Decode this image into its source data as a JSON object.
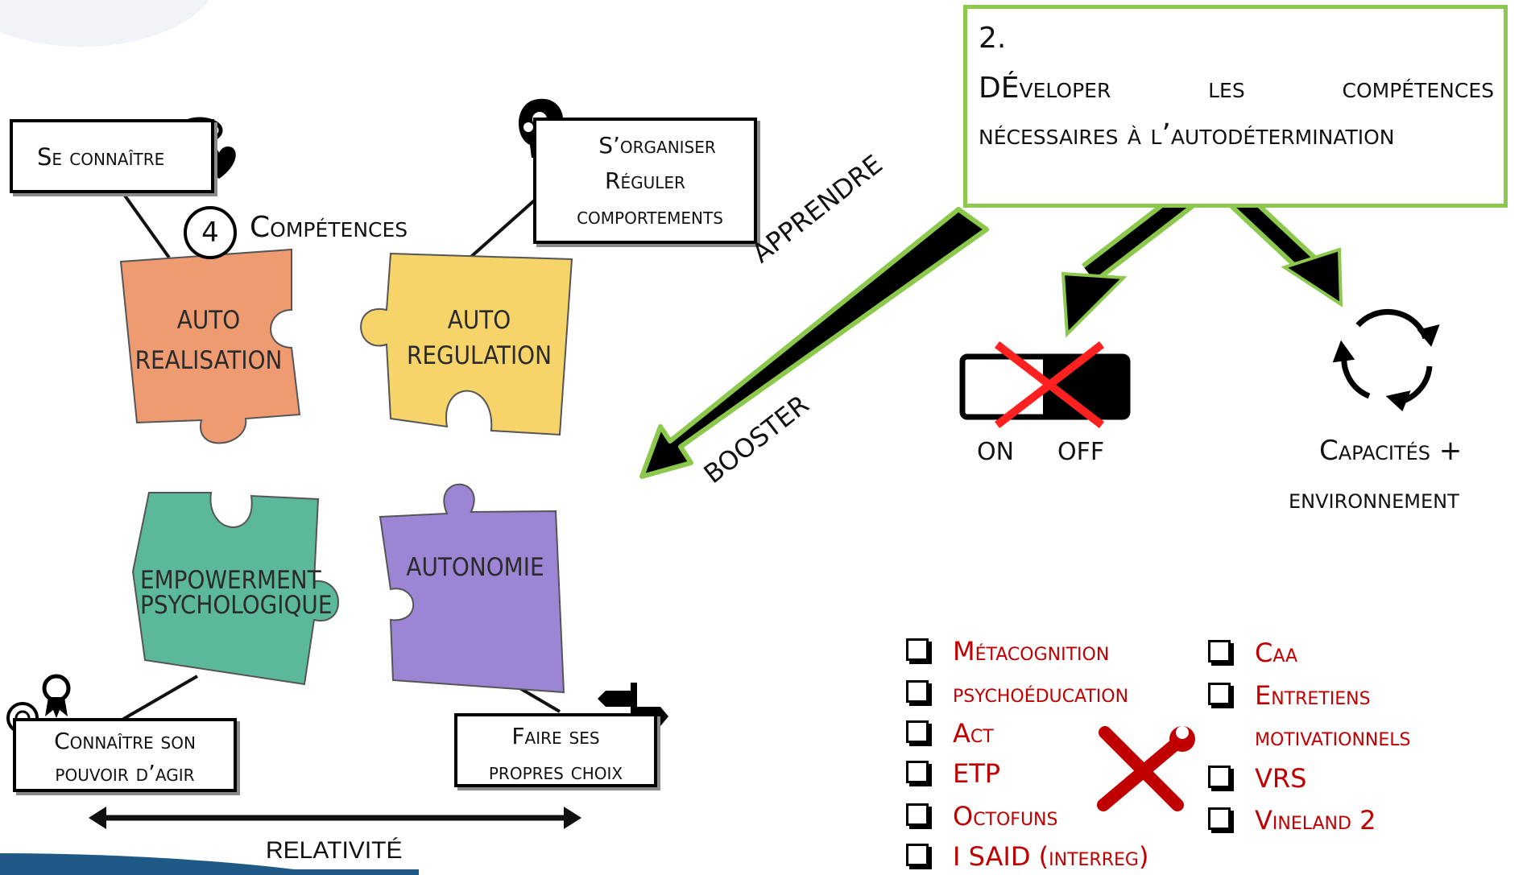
{
  "boxes": {
    "se_connaitre": "Se connaître",
    "organiser_line1": "S’organiser",
    "organiser_line2": "Réguler",
    "organiser_line3": "comportements",
    "connaitre_line1": "Connaître son",
    "connaitre_line2": "pouvoir d’agir",
    "choix_line1": "Faire ses",
    "choix_line2": "propres choix"
  },
  "competences": {
    "number": "4",
    "label": "Compétences"
  },
  "pieces": {
    "auto_realisation_line1": "AUTO",
    "auto_realisation_line2": "REALISATION",
    "auto_regulation_line1": "AUTO",
    "auto_regulation_line2": "REGULATION",
    "empowerment_line1": "EMPOWERMENT",
    "empowerment_line2": "PSYCHOLOGIQUE",
    "autonomie": "AUTONOMIE"
  },
  "relativite": "RELATIVITÉ",
  "green_box": {
    "number": "2.",
    "line1_words": [
      "DÉveloper",
      "les",
      "compétences"
    ],
    "line2": "nécessaires à l’autodétermination"
  },
  "arrow_labels": {
    "apprendre": "APPRENDRE",
    "booster": "BOOSTER"
  },
  "switch": {
    "on": "ON",
    "off": "OFF"
  },
  "capacites": {
    "line1": "Capacités +",
    "line2": "environnement"
  },
  "tools_left": [
    "Métacognition",
    "psychoéducation",
    "Act",
    "ETP",
    "Octofuns",
    "I SAID (interreg)"
  ],
  "tools_right": [
    "Caa",
    "Entretiens",
    "motivationnels",
    "VRS",
    "Vineland 2"
  ],
  "colors": {
    "orange_piece": "#ee9b72",
    "yellow_piece": "#f6d46a",
    "teal_piece": "#5cb89a",
    "purple_piece": "#9d85d6",
    "green_border": "#8cc84b",
    "tools_red": "#c00000",
    "footer_blue": "#1f5a86"
  }
}
